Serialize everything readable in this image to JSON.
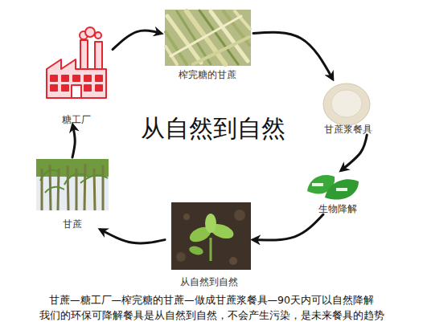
{
  "diagram": {
    "title": "从自然到自然",
    "caption": "甘蔗—糖工厂—榨完糖的甘蔗—做成甘蔗浆餐具—90天内可以自然降解 我们的环保可降解餐具是从自然到自然，不会产生污染，是未来餐具的趋势",
    "nodes": [
      {
        "text": [
          "糖工厂"
        ]
      },
      {
        "text": [
          "榨完糖的甘蔗"
        ]
      },
      {
        "text": [
          "甘蔗浆餐具"
        ]
      },
      {
        "text": [
          "生物降解"
        ]
      },
      {
        "text": [
          "从自然到自然"
        ]
      },
      {
        "text": [
          "甘蔗"
        ]
      }
    ],
    "edges": [
      {
        "from": 0,
        "to": 1,
        "arrow": "to"
      },
      {
        "from": 1,
        "to": 2,
        "arrow": "to"
      },
      {
        "from": 2,
        "to": 3,
        "arrow": "to"
      },
      {
        "from": 3,
        "to": 4,
        "arrow": "to"
      },
      {
        "from": 4,
        "to": 5,
        "arrow": "to"
      },
      {
        "from": 5,
        "to": 0,
        "arrow": "to"
      }
    ]
  }
}
